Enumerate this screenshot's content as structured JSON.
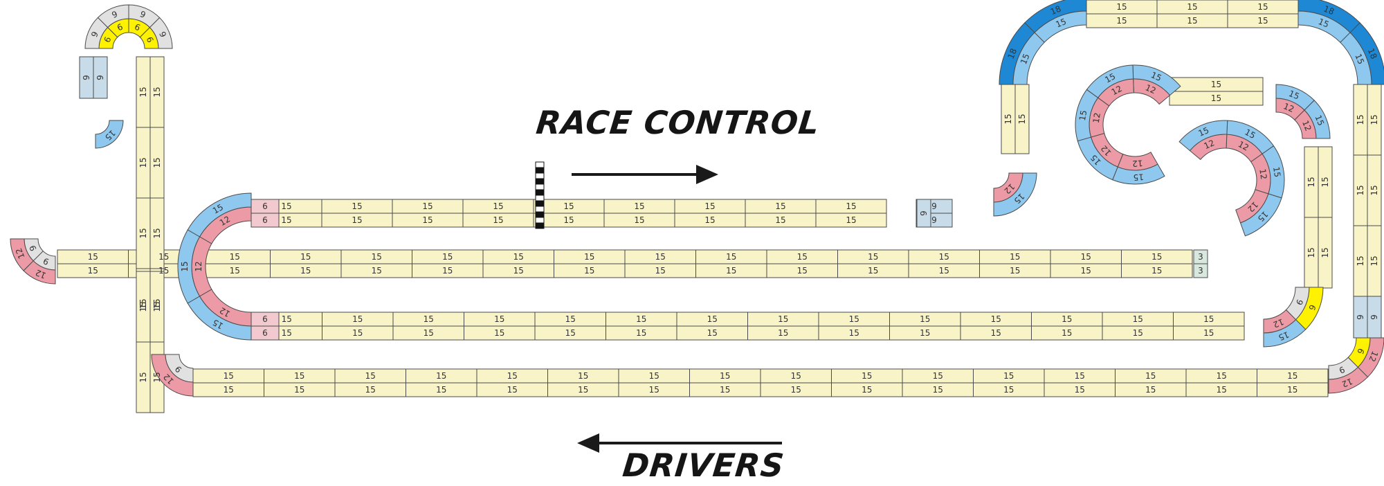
{
  "labels": {
    "race_control": "RACE CONTROL",
    "drivers": "DRIVERS"
  },
  "colors": {
    "straight": "#f8f4c8",
    "curve_12": "#ec9aa5",
    "curve_15": "#8ec8ee",
    "curve_18": "#1e88d4",
    "curve_9": "#e1e1e1",
    "curve_6": "#fff200",
    "short_9": "#c7dbe8",
    "short_6": "#f2c9cf",
    "short_3": "#d8e8de",
    "outline": "#4a4a4a",
    "text": "#333333",
    "arrow": "#1a1a1a"
  },
  "piece_labels": {
    "s15": "15",
    "s9": "9",
    "s6": "6",
    "s3": "3",
    "r18": "18",
    "r15": "15",
    "r12": "12",
    "r9": "9",
    "r6": "6"
  }
}
